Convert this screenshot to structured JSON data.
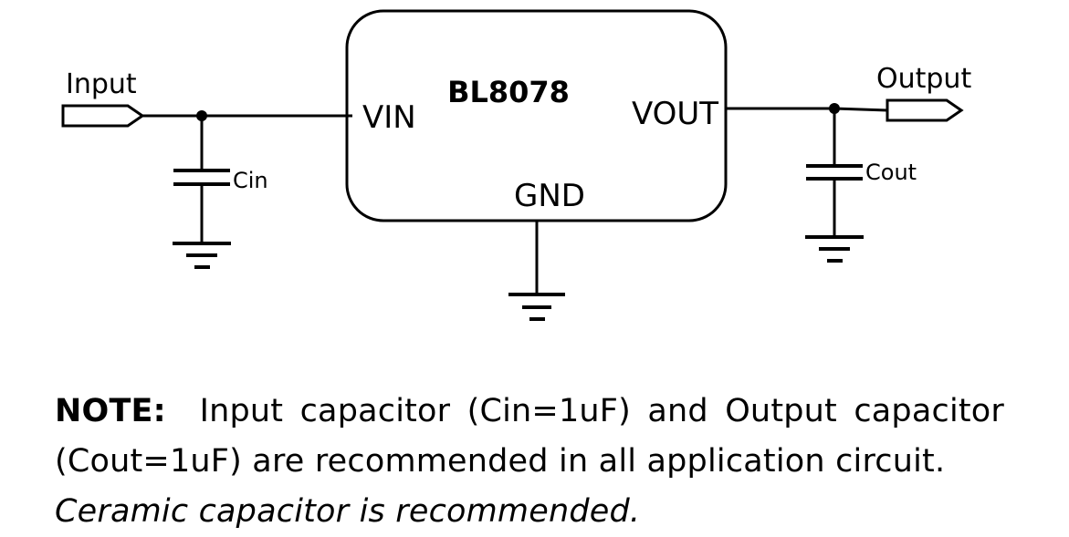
{
  "schematic": {
    "chip_name": "BL8078",
    "pin_vin": "VIN",
    "pin_vout": "VOUT",
    "pin_gnd": "GND",
    "input_label": "Input",
    "output_label": "Output",
    "cap_in_label": "Cin",
    "cap_out_label": "Cout"
  },
  "note": {
    "label": "NOTE:",
    "text": "Input capacitor (Cin=1uF) and Output capacitor (Cout=1uF) are recommended in all application circuit.",
    "italic": "Ceramic capacitor is recommended."
  }
}
